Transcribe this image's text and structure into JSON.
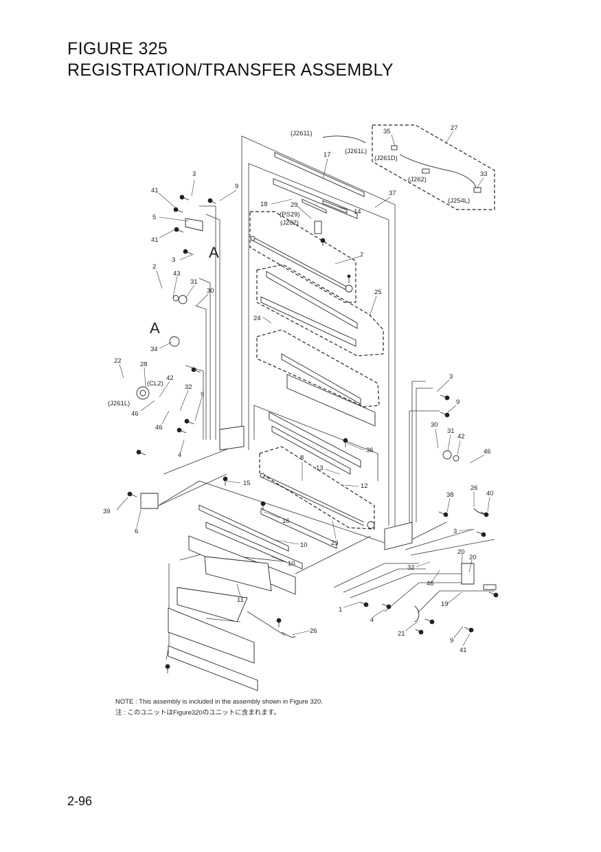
{
  "figure": {
    "title_line1": "FIGURE 325",
    "title_line2": "REGISTRATION/TRANSFER ASSEMBLY"
  },
  "callouts": {
    "c1": "1",
    "c2": "2",
    "c3a": "3",
    "c3b": "3",
    "c3c": "3",
    "c3d": "3",
    "c4a": "4",
    "c4b": "4",
    "c5": "5",
    "c6": "6",
    "c7": "7",
    "c8": "8",
    "c9a": "9",
    "c9b": "9",
    "c9c": "9",
    "c9d": "9",
    "c10a": "10",
    "c10b": "10",
    "c11": "11",
    "c12": "12",
    "c13": "13",
    "c14": "14",
    "c15": "15",
    "c16": "16",
    "c17": "17",
    "c18": "18",
    "c19": "19",
    "c20a": "20",
    "c20b": "20",
    "c21": "21",
    "c22": "22",
    "c23": "23",
    "c24": "24",
    "c25": "25",
    "c26a": "26",
    "c26b": "26",
    "c27": "27",
    "c28": "28",
    "c29": "29",
    "c30a": "30",
    "c30b": "30",
    "c31a": "31",
    "c31b": "31",
    "c32a": "32",
    "c32b": "32",
    "c33": "33",
    "c34": "34",
    "c35": "35",
    "c36": "36",
    "c37": "37",
    "c38": "38",
    "c39": "39",
    "c40": "40",
    "c41a": "41",
    "c41b": "41",
    "c41c": "41",
    "c42a": "42",
    "c42b": "42",
    "c43": "43",
    "c46a": "46",
    "c46b": "46",
    "c46c": "46",
    "c46d": "46"
  },
  "connectors": {
    "j2611": "(J2611)",
    "j261l_top": "(J261L)",
    "j261d": "(J261D)",
    "j262_harness": "(J262)",
    "j254l": "(J254L)",
    "ps29": "(PS29)",
    "j262_sensor": "(J262)",
    "cl2": "(CL2)",
    "j261l_clutch": "(J261L)"
  },
  "view_markers": {
    "a_top": "A",
    "a_mid": "A"
  },
  "notes": {
    "english": "NOTE : This assembly is included in the assembly shown in Figure 320.",
    "japanese": "注 : このユニットはFigure320のユニットに含まれます。"
  },
  "page_number": "2-96"
}
